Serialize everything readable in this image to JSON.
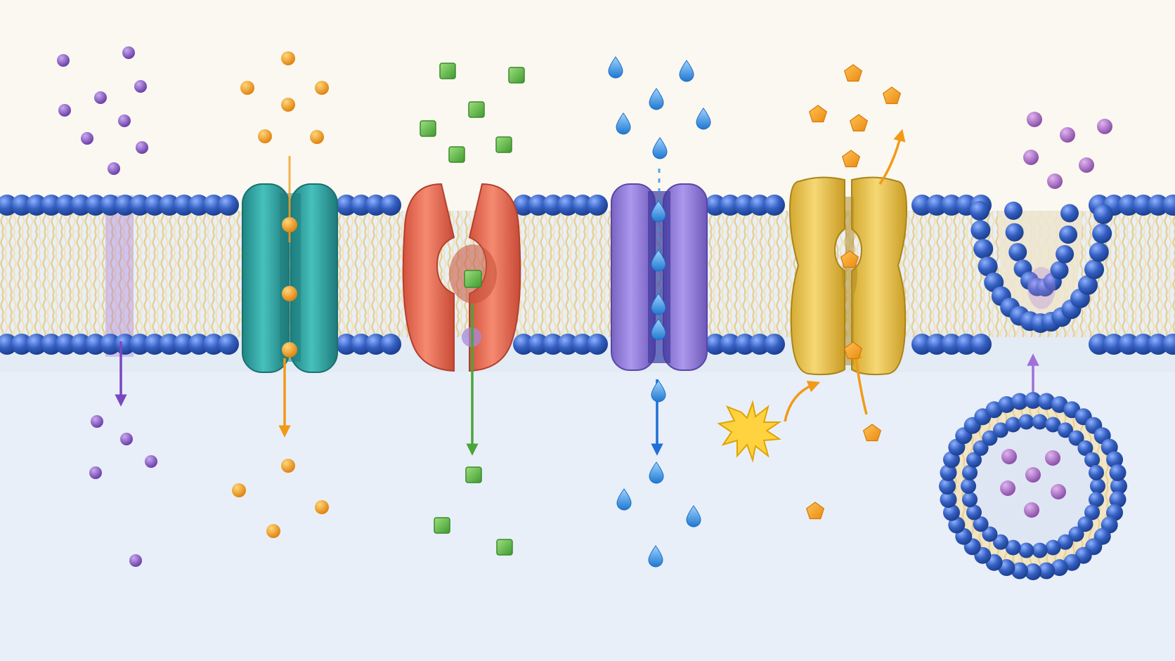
{
  "diagram": {
    "colors": {
      "outside_bg": "#fbf8f1",
      "inside_bg": "#e9f0f9",
      "head": "#2f56b0",
      "head_light": "#6f93de",
      "tail": "#ead9a8",
      "purple": "#8a5cc4",
      "orange": "#f2a024",
      "green": "#5fb34a",
      "blue": "#2f8fe0",
      "pink": "#a86bc0",
      "teal": "#2fa3a3",
      "red": "#e76f58",
      "violet": "#8f78d4",
      "gold": "#e6c04c",
      "star": "#ffd23f"
    },
    "mechanisms": [
      {
        "id": "simple-diffusion",
        "particle": "sphere",
        "color_key": "purple"
      },
      {
        "id": "channel-protein",
        "particle": "sphere",
        "color_key": "orange",
        "protein_color_key": "teal"
      },
      {
        "id": "carrier-protein",
        "particle": "cube",
        "color_key": "green",
        "protein_color_key": "red"
      },
      {
        "id": "aquaporin",
        "particle": "droplet",
        "color_key": "blue",
        "protein_color_key": "violet"
      },
      {
        "id": "active-pump",
        "particle": "pentagon",
        "color_key": "orange",
        "protein_color_key": "gold",
        "energy_icon": "star-burst-icon"
      },
      {
        "id": "endocytosis",
        "particle": "sphere",
        "color_key": "pink"
      }
    ]
  }
}
